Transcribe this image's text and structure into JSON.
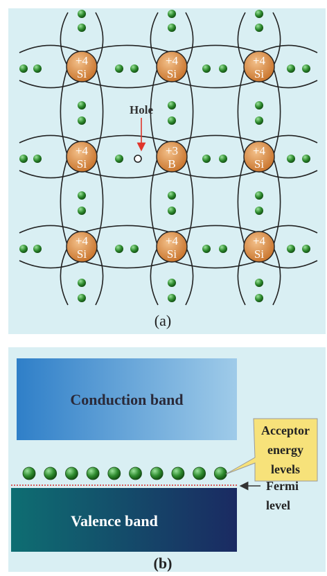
{
  "panel_a": {
    "hole_label": "Hole",
    "caption": "(a)",
    "atoms": [
      {
        "charge": "+4",
        "symbol": "Si"
      },
      {
        "charge": "+4",
        "symbol": "Si"
      },
      {
        "charge": "+4",
        "symbol": "Si"
      },
      {
        "charge": "+4",
        "symbol": "Si"
      },
      {
        "charge": "+3",
        "symbol": "B"
      },
      {
        "charge": "+4",
        "symbol": "Si"
      },
      {
        "charge": "+4",
        "symbol": "Si"
      },
      {
        "charge": "+4",
        "symbol": "Si"
      },
      {
        "charge": "+4",
        "symbol": "Si"
      }
    ]
  },
  "panel_b": {
    "conduction_label": "Conduction band",
    "valence_label": "Valence band",
    "acceptor_label_1": "Acceptor",
    "acceptor_label_2": "energy",
    "acceptor_label_3": "levels",
    "fermi_label_1": "Fermi",
    "fermi_label_2": "level",
    "caption": "(b)",
    "acceptor_count": 10
  },
  "colors": {
    "background": "#d9eff3",
    "atom": "#d98a45",
    "electron": "#2e8b2e",
    "hole_arrow": "#e0352b",
    "fermi_line": "#d62828",
    "callout": "#f7e27a"
  }
}
